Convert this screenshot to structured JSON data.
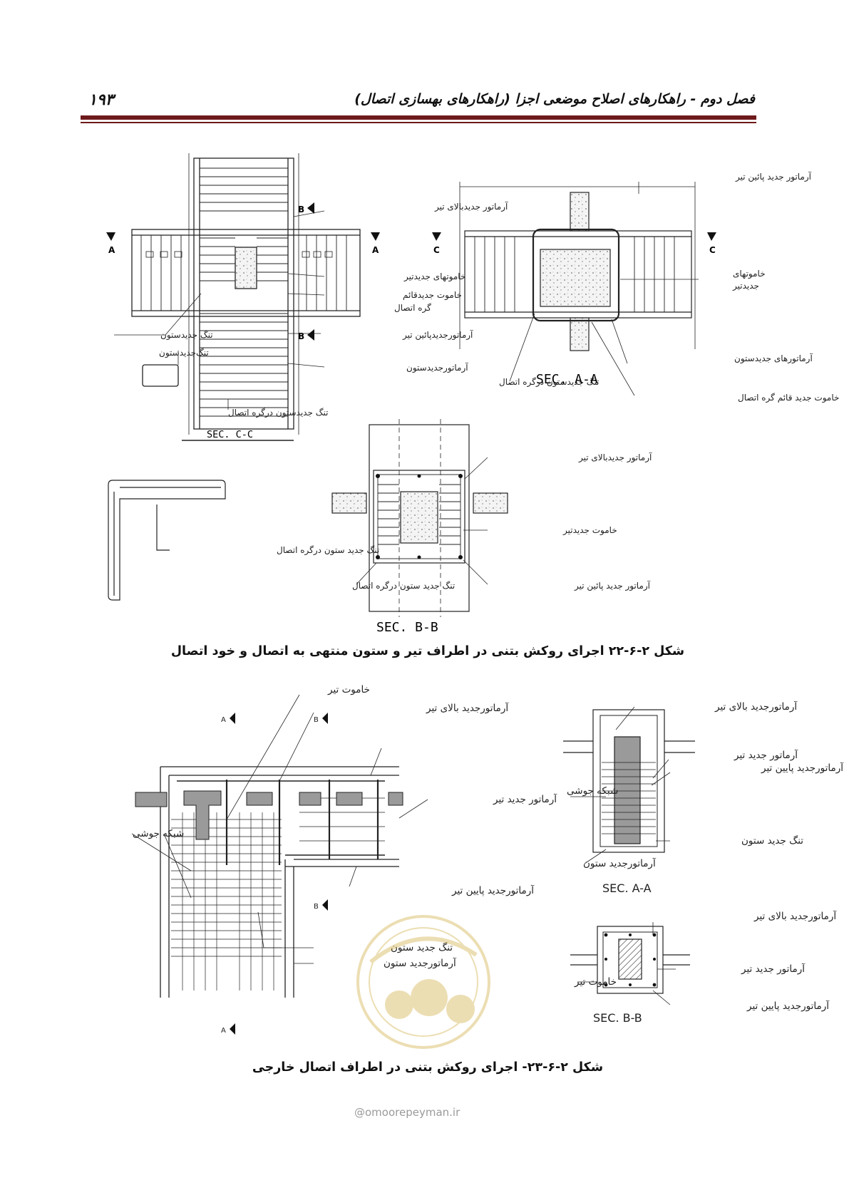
{
  "header": {
    "page_number": "۱۹۳",
    "running_title": "فصل دوم - راهکارهای اصلاح موضعی اجزا (راهکارهای بهسازی اتصال)",
    "rule_color": "#6e1a1c"
  },
  "figure1": {
    "caption": "شکل ۲-۶-۲۲ اجرای روکش بتنی در اطراف تیر و ستون منتهی به اتصال و خود اتصال",
    "section_markers": {
      "a": "A",
      "b": "B",
      "c": "C"
    },
    "plan_labels": {
      "top_bar": "آرماتور جدیدبالای تیر",
      "stirrups": "خاموتهای جدیدتیر",
      "joint_stirrup_line1": "خاموت جدیدقائم",
      "joint_stirrup_line2": "گره اتصال",
      "bottom_bar": "آرماتورجدیدپائین تیر",
      "column_bar": "آرماتورجدیدستون",
      "col_tie_1": "تنگ جدیدستون",
      "col_tie_2": "تنگ‌جدیدستون",
      "joint_tie": "تنگ جدیدستون درگره اتصال",
      "section_title": "SEC. C-C"
    },
    "sec_aa_labels": {
      "bottom_bar": "آرماتور جدید پائین تیر",
      "stirrups_line1": "خاموتهای",
      "stirrups_line2": "جدیدتیر",
      "column_bars": "آرماتورهای جدیدستون",
      "joint_tie": "تنگ جدیدستون درگره اتصال",
      "joint_vertical": "خاموت جدید قائم گره اتصال",
      "section_title": "SEC. A-A"
    },
    "sec_bb_labels": {
      "top_bar": "آرماتور جدیدبالای تیر",
      "stirrup": "خاموت جدیدتیر",
      "bottom_bar": "آرماتور جدید پائین تیر",
      "joint_tie": "تنگ جدید ستون درگره اتصال",
      "tie_detail": "تنگ جدید ستون درگره اتصال",
      "section_title": "SEC. B-B"
    }
  },
  "figure2": {
    "caption": "شکل ۲-۶-۲۳- اجرای روکش بتنی در اطراف اتصال خارجی",
    "elevation_labels": {
      "beam_stirrup": "خاموت تیر",
      "top_bar": "آرماتورجدید بالای تیر",
      "beam_bar": "آرماتور جدید تیر",
      "mesh": "شبکه جوشی",
      "bottom_bar": "آرماتورجدید پایین تیر",
      "column_tie": "تنگ جدید ستون",
      "column_bar": "آرماتورجدید ستون",
      "marker_a": "A",
      "marker_b": "B"
    },
    "sec_aa": {
      "top_bar": "آرماتورجدید بالای تیر",
      "beam_bar": "آرماتور جدید تیر",
      "bottom_bar": "آرماتورجدید پایین تیر",
      "mesh": "شبکه جوشی",
      "column_tie": "تنگ جدید ستون",
      "column_bar": "آرماتورجدید ستون",
      "title": "SEC. A-A"
    },
    "sec_bb": {
      "top_bar": "آرماتورجدید بالای تیر",
      "beam_bar": "آرماتور جدید تیر",
      "stirrup": "خاموت تیر",
      "bottom_bar": "آرماتورجدید پایین تیر",
      "title": "SEC. B-B"
    }
  },
  "watermark": {
    "url": "@omoorepeyman.ir"
  }
}
